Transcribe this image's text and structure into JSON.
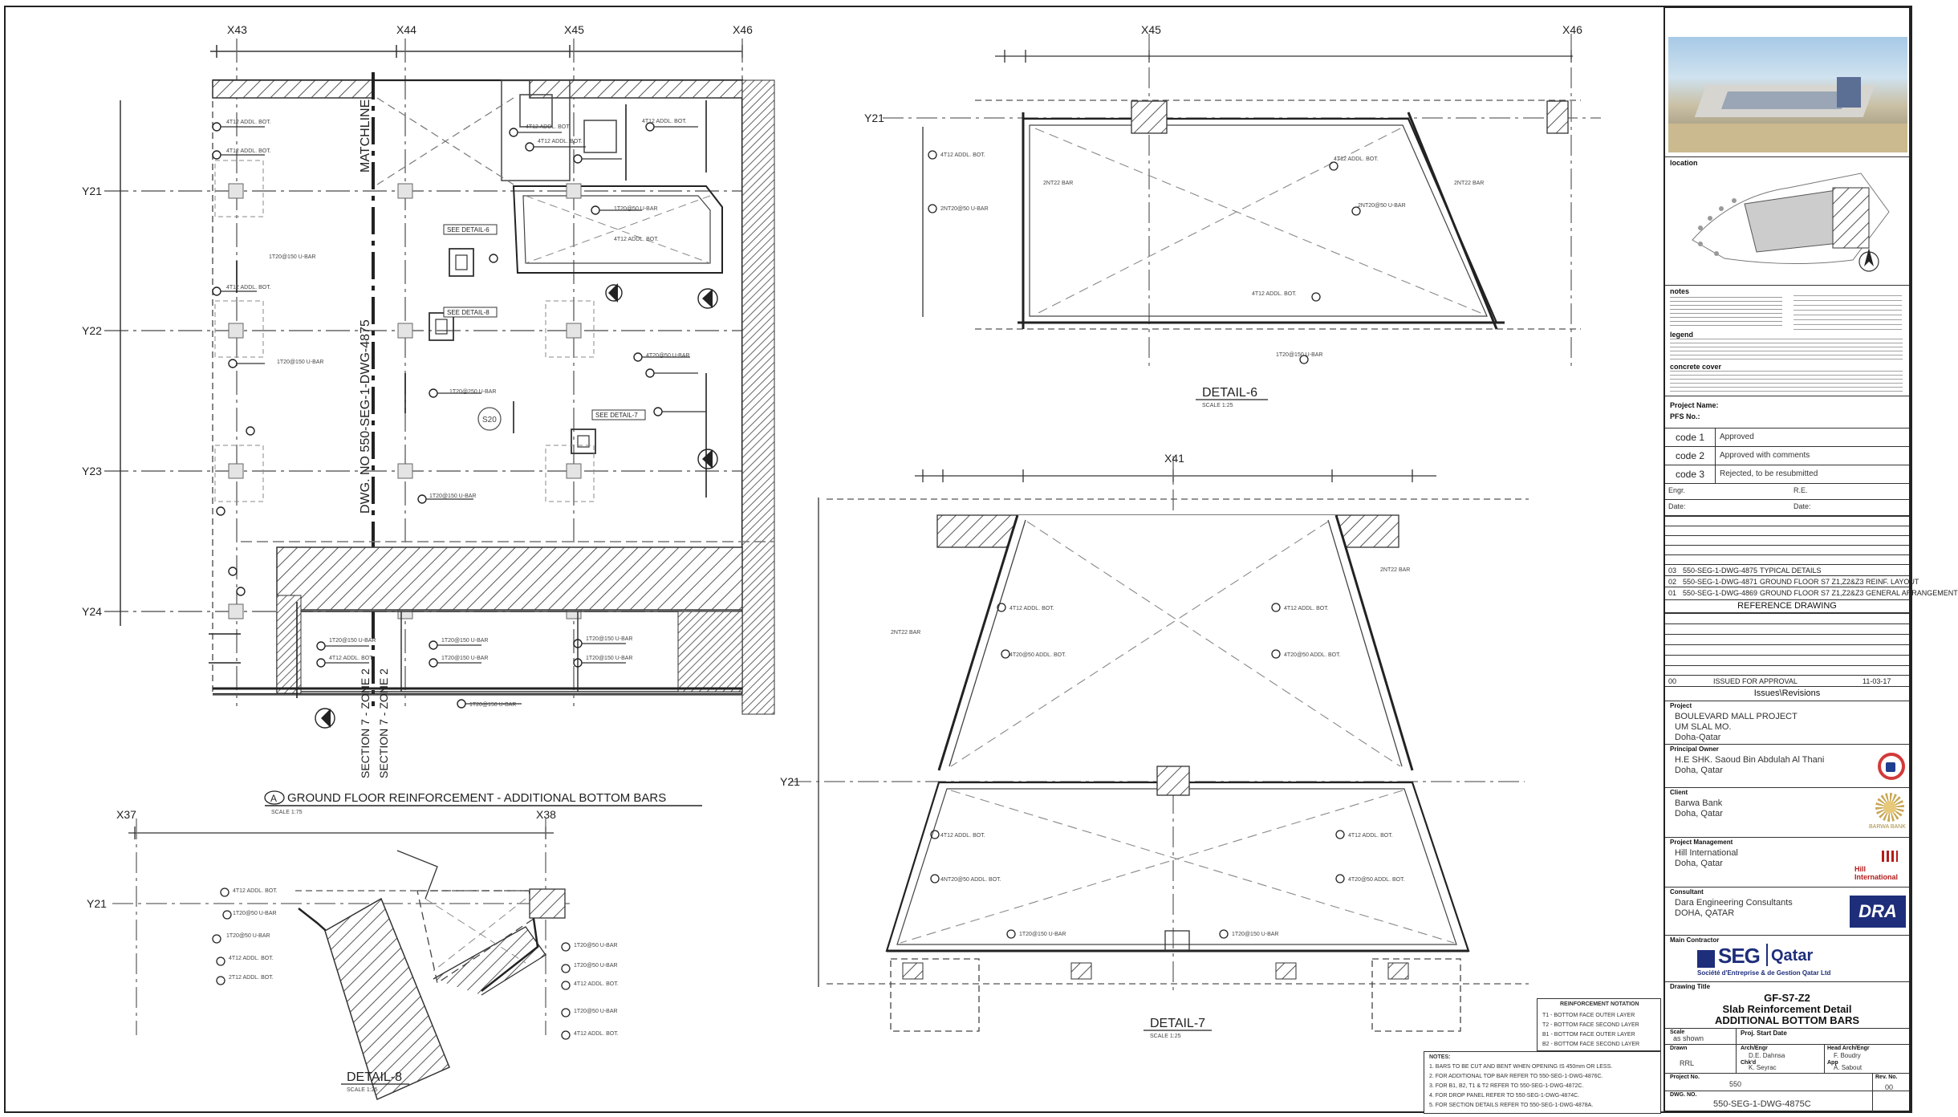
{
  "grid": {
    "x43": "X43",
    "x44": "X44",
    "x45": "X45",
    "x46": "X46",
    "x37": "X37",
    "x38": "X38",
    "x41": "X41",
    "y21": "Y21",
    "y22": "Y22",
    "y23": "Y23",
    "y24": "Y24"
  },
  "plan": {
    "matchline": "MATCHLINE",
    "dwg_ref": "DWG. NO 550-SEG-1-DWG-4875",
    "section_a": "SECTION 7 - ZONE 2",
    "section_b": "SECTION 7 - ZONE 2",
    "see_detail_6": "SEE DETAIL-6",
    "see_detail_8": "SEE DETAIL-8",
    "see_detail_7": "SEE DETAIL-7",
    "slab_mark": "S20",
    "title_letter": "A",
    "title": "GROUND FLOOR REINFORCEMENT - ADDITIONAL BOTTOM BARS",
    "scale": "SCALE 1:75"
  },
  "details": {
    "d6_title": "DETAIL-6",
    "d6_scale": "SCALE 1:25",
    "d7_title": "DETAIL-7",
    "d7_scale": "SCALE 1:25",
    "d8_title": "DETAIL-8",
    "d8_scale": "SCALE 1:25"
  },
  "notes_title": "NOTES:",
  "notes": [
    "1. BARS TO BE CUT AND BENT WHEN OPENING IS 450mm OR LESS.",
    "2. FOR ADDITIONAL TOP BAR REFER TO 550-SEG-1-DWG-4876C.",
    "3. FOR B1, B2, T1 & T2 REFER TO 550-SEG-1-DWG-4872C.",
    "4. FOR DROP PANEL REFER TO 550-SEG-1-DWG-4874C.",
    "5. FOR SECTION DETAILS REFER TO 550-SEG-1-DWG-4878A."
  ],
  "reinforcement_title": "REINFORCEMENT NOTATION",
  "reinforcement": [
    "T1 - BOTTOM FACE OUTER LAYER",
    "T2 - BOTTOM FACE SECOND LAYER",
    "B1 - BOTTOM FACE OUTER LAYER",
    "B2 - BOTTOM FACE SECOND LAYER"
  ],
  "title_block": {
    "location_label": "location",
    "notes_label": "notes",
    "legend_label": "legend",
    "concrete_label": "concrete cover",
    "project_name_label": "Project Name:",
    "pfs_label": "PFS No.:",
    "codes": [
      {
        "code": "code 1",
        "text": "Approved"
      },
      {
        "code": "code 2",
        "text": "Approved with comments"
      },
      {
        "code": "code 3",
        "text": "Rejected, to be resubmitted"
      }
    ],
    "engr_label": "Engr.",
    "re_label": "R.E.",
    "date_label_1": "Date:",
    "date_label_2": "Date:",
    "ref_rows": [
      {
        "no": "03",
        "dwg": "550-SEG-1-DWG-4875",
        "desc": "TYPICAL DETAILS"
      },
      {
        "no": "02",
        "dwg": "550-SEG-1-DWG-4871",
        "desc": "GROUND FLOOR S7 Z1,Z2&Z3 REINF. LAYOUT"
      },
      {
        "no": "01",
        "dwg": "550-SEG-1-DWG-4869",
        "desc": "GROUND FLOOR S7 Z1,Z2&Z3 GENERAL ARRANGEMENT"
      }
    ],
    "reference_heading": "REFERENCE DRAWING",
    "issue_row": {
      "no": "00",
      "desc": "ISSUED FOR APPROVAL",
      "date": "11-03-17"
    },
    "issues_heading": "Issues\\Revisions",
    "project_label": "Project",
    "project_lines": [
      "BOULEVARD MALL PROJECT",
      "UM SLAL MO.",
      "Doha-Qatar"
    ],
    "owner_label": "Principal Owner",
    "owner_lines": [
      "H.E SHK. Saoud Bin Abdulah Al Thani",
      "Doha, Qatar"
    ],
    "client_label": "Client",
    "client_lines": [
      "Barwa Bank",
      "Doha, Qatar"
    ],
    "client_logo_text": "BARWA BANK",
    "pm_label": "Project Management",
    "pm_lines": [
      "Hill International",
      "Doha, Qatar"
    ],
    "pm_logo_text": "Hill International",
    "consultant_label": "Consultant",
    "consultant_lines": [
      "Dara Engineering Consultants",
      "DOHA, QATAR"
    ],
    "consultant_logo_text": "DRA",
    "contractor_label": "Main Contractor",
    "contractor_logo_text": "SEG",
    "contractor_logo_qatar": "Qatar",
    "contractor_sub": "Société d'Entreprise & de Gestion Qatar Ltd",
    "drawing_title_label": "Drawing Title",
    "drawing_title_lines": [
      "GF-S7-Z2",
      "Slab Reinforcement Detail",
      "ADDITIONAL BOTTOM BARS"
    ],
    "scale_label": "Scale",
    "scale_value": "as shown",
    "proj_start_label": "Proj. Start Date",
    "drawn_label": "Drawn",
    "drawn_value": "RRL",
    "arch_label": "Arch/Engr",
    "arch_value": "D.E. Dahnsa",
    "head_label": "Head Arch/Engr",
    "head_value": "F. Boudry",
    "chk_label": "Chk'd",
    "chk_value": "K. Seyrac",
    "app_label": "App",
    "app_value": "A. Sabout",
    "project_no_label": "Project No.",
    "project_no_value": "550",
    "rev_label": "Rev. No.",
    "rev_value": "00",
    "dwg_no_label": "DWG. NO.",
    "dwg_no_value": "550-SEG-1-DWG-4875C"
  }
}
